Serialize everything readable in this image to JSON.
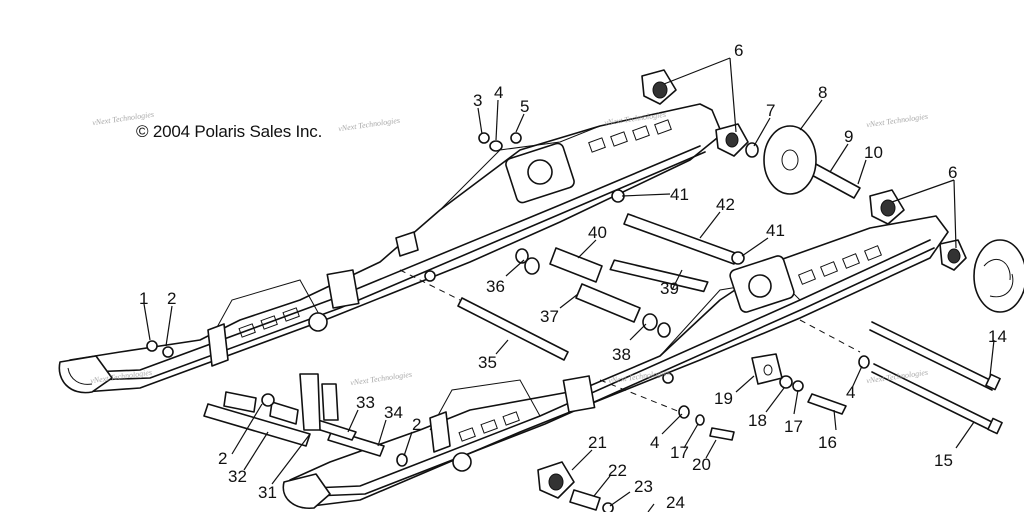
{
  "copyright": "© 2004 Polaris Sales Inc.",
  "watermark": "vNext Technologies",
  "callouts": {
    "c1": "1",
    "c2a": "2",
    "c2b": "2",
    "c2c": "2",
    "c3": "3",
    "c4a": "4",
    "c4b": "4",
    "c4c": "4",
    "c5": "5",
    "c6a": "6",
    "c6b": "6",
    "c7": "7",
    "c8": "8",
    "c9": "9",
    "c10": "10",
    "c14": "14",
    "c15": "15",
    "c16": "16",
    "c17a": "17",
    "c17b": "17",
    "c18": "18",
    "c19": "19",
    "c20": "20",
    "c21": "21",
    "c22": "22",
    "c23": "23",
    "c24": "24",
    "c31": "31",
    "c32": "32",
    "c33": "33",
    "c34": "34",
    "c35": "35",
    "c36": "36",
    "c37": "37",
    "c38": "38",
    "c39": "39",
    "c40": "40",
    "c41a": "41",
    "c41b": "41",
    "c42": "42"
  }
}
